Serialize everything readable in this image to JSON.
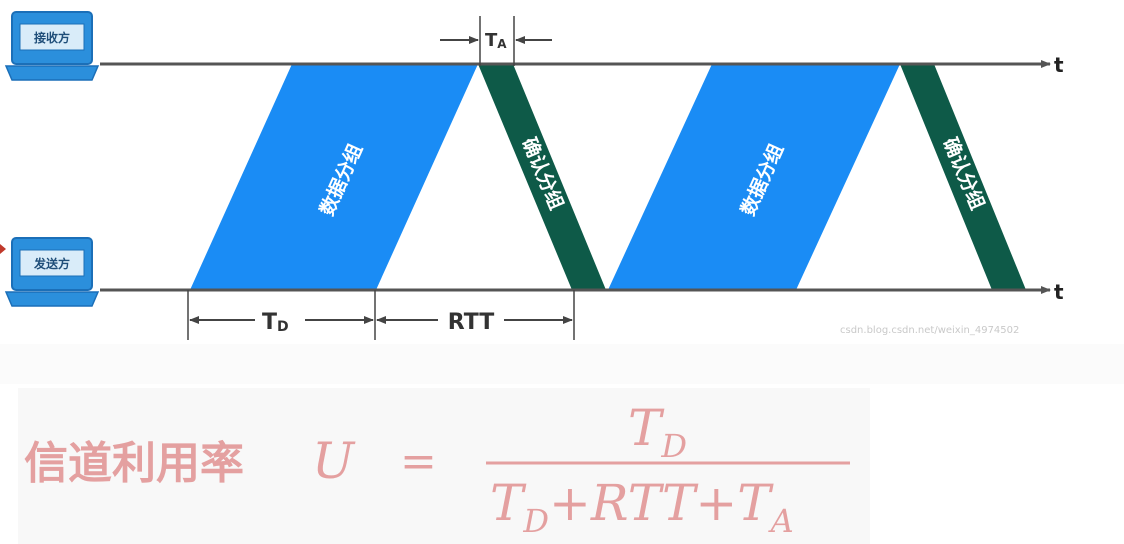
{
  "receiver": {
    "label": "接收方",
    "icon": "computer-icon"
  },
  "sender": {
    "label": "发送方",
    "icon": "computer-icon"
  },
  "timeline": {
    "axis_label_top": "t",
    "axis_label_bottom": "t"
  },
  "bands": {
    "data_packet_1": "数据分组",
    "ack_packet_1": "确认分组",
    "data_packet_2": "数据分组",
    "ack_packet_2": "确认分组"
  },
  "dimensions": {
    "ta_main": "T",
    "ta_sub": "A",
    "td_main": "T",
    "td_sub": "D",
    "rtt": "RTT"
  },
  "formula": {
    "label": "信道利用率",
    "variable": "U",
    "equals": "=",
    "numerator_main": "T",
    "numerator_sub": "D",
    "den_t1": "T",
    "den_sub1": "D",
    "den_plus1": "+",
    "den_rtt": "RTT",
    "den_plus2": "+",
    "den_t2": "T",
    "den_sub2": "A"
  },
  "watermark": "csdn.blog.csdn.net/weixin_4974502",
  "colors": {
    "data_band": "#1a8cf5",
    "ack_band": "#0e5a48",
    "timeline": "#555555",
    "formula": "#e4a0a0",
    "computer_screen": "#2b8fdc"
  }
}
